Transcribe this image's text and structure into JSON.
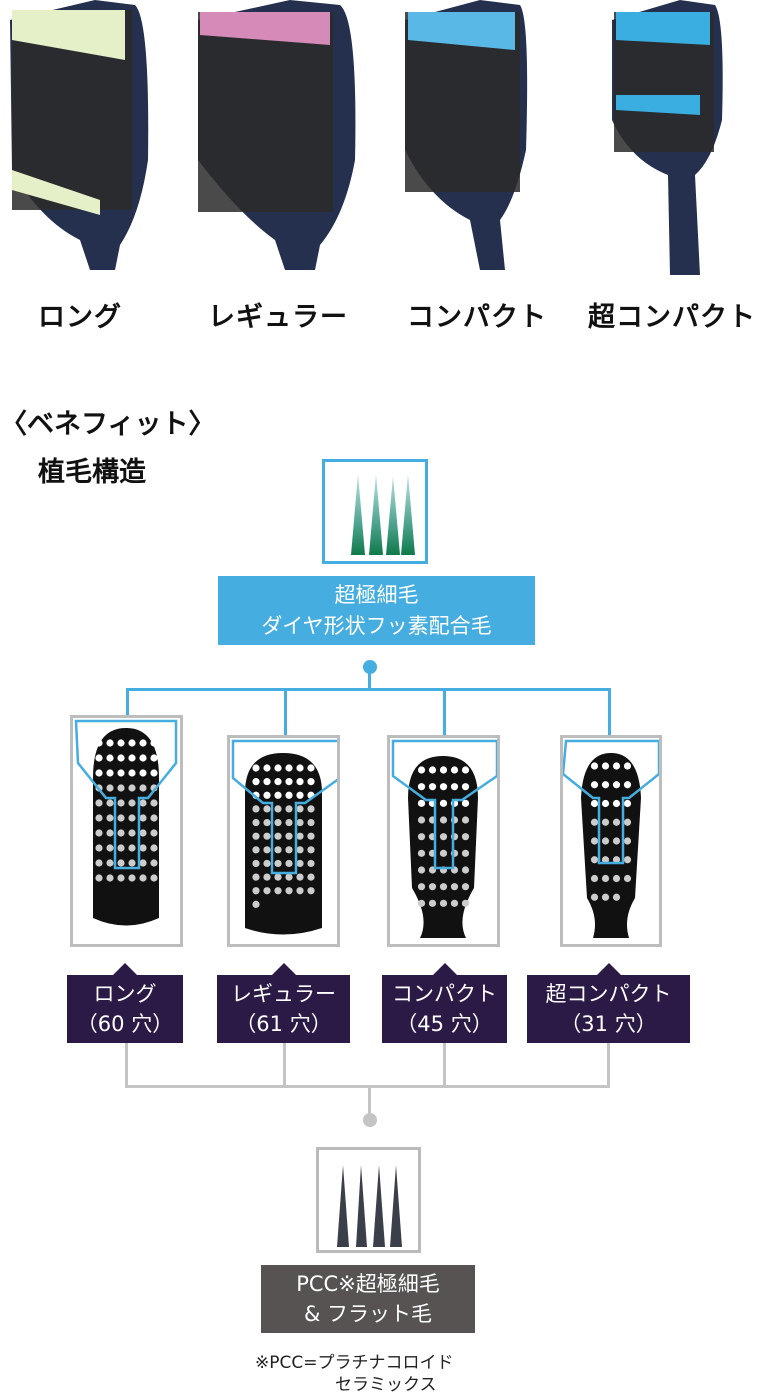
{
  "products": [
    {
      "label": "ロング",
      "bristle_color": "#e6f0c8"
    },
    {
      "label": "レギュラー",
      "bristle_color": "#d58ab8"
    },
    {
      "label": "コンパクト",
      "bristle_color": "#5ab8e6"
    },
    {
      "label": "超コンパクト",
      "bristle_color": "#3aaee0"
    }
  ],
  "section": {
    "title": "〈ベネフィット〉",
    "subtitle": "植毛構造"
  },
  "top_feature": {
    "line1": "超極細毛",
    "line2": "ダイヤ形状フッ素配合毛"
  },
  "heads": [
    {
      "name": "ロング",
      "holes": "（60 穴）",
      "count": 60
    },
    {
      "name": "レギュラー",
      "holes": "（61 穴）",
      "count": 61
    },
    {
      "name": "コンパクト",
      "holes": "（45 穴）",
      "count": 45
    },
    {
      "name": "超コンパクト",
      "holes": "（31 穴）",
      "count": 31
    }
  ],
  "bottom_feature": {
    "line1": "PCC※超極細毛",
    "line2": "& フラット毛"
  },
  "footnote": {
    "line1": "※PCC=プラチナコロイド",
    "line2": "セラミックス"
  },
  "colors": {
    "accent": "#45ade0",
    "purple": "#2b1a45",
    "gray": "#575353"
  }
}
